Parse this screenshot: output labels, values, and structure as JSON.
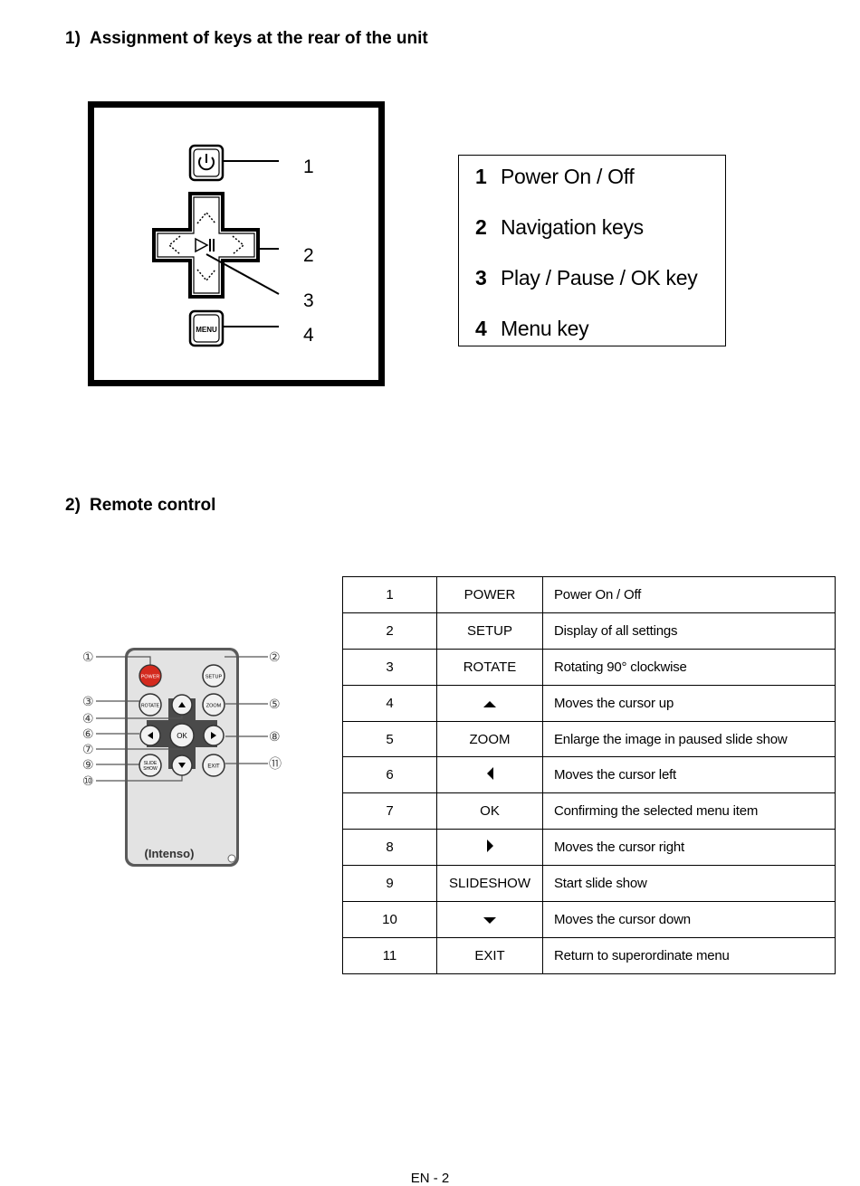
{
  "section1": {
    "number": "1)",
    "title": "Assignment of keys at the rear of the unit"
  },
  "rear_diagram": {
    "callouts": [
      "1",
      "2",
      "3",
      "4"
    ],
    "menu_label": "MENU"
  },
  "legend": [
    {
      "n": "1",
      "label": "Power On / Off"
    },
    {
      "n": "2",
      "label": "Navigation keys"
    },
    {
      "n": "3",
      "label": "Play / Pause / OK key"
    },
    {
      "n": "4",
      "label": "Menu key"
    }
  ],
  "section2": {
    "number": "2)",
    "title": "Remote control"
  },
  "remote": {
    "brand": "(Intenso)",
    "buttons": {
      "power": "POWER",
      "setup": "SETUP",
      "rotate": "ROTATE",
      "zoom": "ZOOM",
      "ok": "OK",
      "slideshow_1": "SLIDE",
      "slideshow_2": "SHOW",
      "exit": "EXIT"
    },
    "callouts": [
      "①",
      "②",
      "③",
      "④",
      "⑤",
      "⑥",
      "⑦",
      "⑧",
      "⑨",
      "⑩",
      "⑪"
    ],
    "colors": {
      "power": "#d42a1e",
      "body": "#e3e3e3",
      "button": "#f2f2f2"
    }
  },
  "table": {
    "rows": [
      {
        "n": "1",
        "key": "POWER",
        "icon": "",
        "desc": "Power On / Off"
      },
      {
        "n": "2",
        "key": "SETUP",
        "icon": "",
        "desc": "Display of all settings"
      },
      {
        "n": "3",
        "key": "ROTATE",
        "icon": "",
        "desc": "Rotating 90° clockwise"
      },
      {
        "n": "4",
        "key": "",
        "icon": "arrow-up-icon",
        "desc": "Moves the cursor up"
      },
      {
        "n": "5",
        "key": "ZOOM",
        "icon": "",
        "desc": "Enlarge the image in paused slide show"
      },
      {
        "n": "6",
        "key": "",
        "icon": "arrow-left-icon",
        "desc": "Moves the cursor left"
      },
      {
        "n": "7",
        "key": "OK",
        "icon": "",
        "desc": "Confirming the selected menu item"
      },
      {
        "n": "8",
        "key": "",
        "icon": "arrow-right-icon",
        "desc": "Moves the cursor right"
      },
      {
        "n": "9",
        "key": "SLIDESHOW",
        "icon": "",
        "desc": "Start slide show"
      },
      {
        "n": "10",
        "key": "",
        "icon": "arrow-down-icon",
        "desc": "Moves the cursor down"
      },
      {
        "n": "11",
        "key": "EXIT",
        "icon": "",
        "desc": "Return to superordinate menu"
      }
    ]
  },
  "footer": {
    "page": "EN - 2"
  }
}
